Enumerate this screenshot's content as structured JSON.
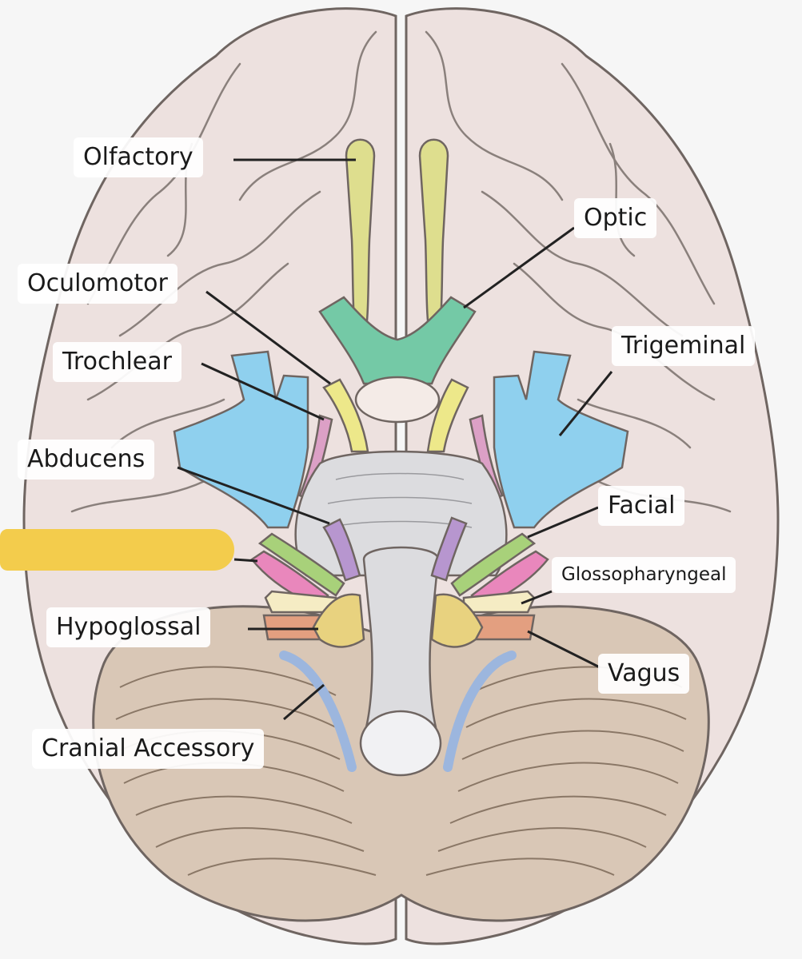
{
  "labels": {
    "olfactory": "Olfactory",
    "optic": "Optic",
    "oculomotor": "Oculomotor",
    "trochlear": "Trochlear",
    "trigeminal": "Trigeminal",
    "abducens": "Abducens",
    "facial": "Facial",
    "glossopharyngeal": "Glossopharyngeal",
    "hypoglossal": "Hypoglossal",
    "vagus": "Vagus",
    "cranial_accessory": "Cranial Accessory"
  },
  "colors": {
    "background": "#f6f6f6",
    "brain": "#ede1df",
    "brain_outline": "#6f6561",
    "cerebellum": "#d9c7b6",
    "brainstem": "#dcdcdf",
    "olfactory_nerve": "#dede8e",
    "optic_chiasm": "#74c9a6",
    "oculomotor_nerve": "#ede88a",
    "trochlear_nerve": "#dca0c6",
    "trigeminal_nerve": "#8fd0ee",
    "abducens_nerve": "#b796cf",
    "facial_nerve": "#a8d17a",
    "vestibulocochlear_nerve": "#e987bc",
    "glossopharyngeal_nerve": "#f5ecc4",
    "vagus_nerve": "#e39f80",
    "accessory_nerve": "#9cb6de",
    "hypoglossal_nerve": "#e8d27f",
    "highlight": "#f3cc4c"
  },
  "highlight": {
    "description": "yellow highlighter strip covering the vestibulocochlear label"
  }
}
